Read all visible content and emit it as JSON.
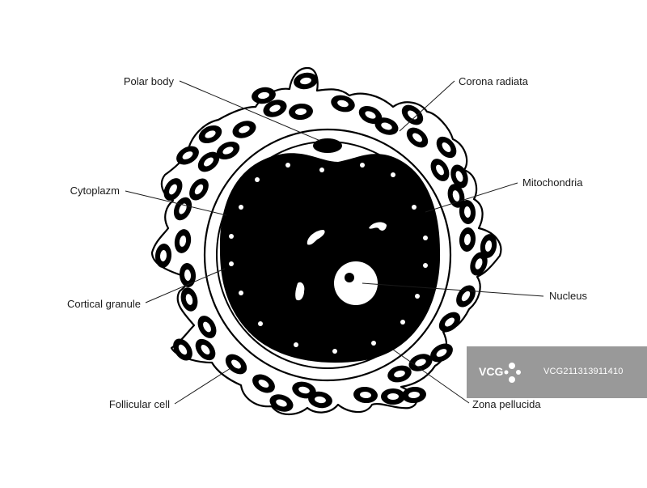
{
  "diagram": {
    "labels": {
      "polar_body": "Polar body",
      "corona_radiata": "Corona radiata",
      "cytoplazm": "Cytoplazm",
      "mitochondria": "Mitochondria",
      "cortical_granule": "Cortical granule",
      "nucleus": "Nucleus",
      "follicular_cell": "Follicular cell",
      "zona_pellucida": "Zona pellucida"
    }
  },
  "watermark": {
    "logo_text": "VCG",
    "id_text": "VCG211313911410"
  },
  "colors": {
    "ink": "#000000",
    "background": "#ffffff",
    "text": "#1a1a1a",
    "watermark": "#5a5a5a"
  }
}
